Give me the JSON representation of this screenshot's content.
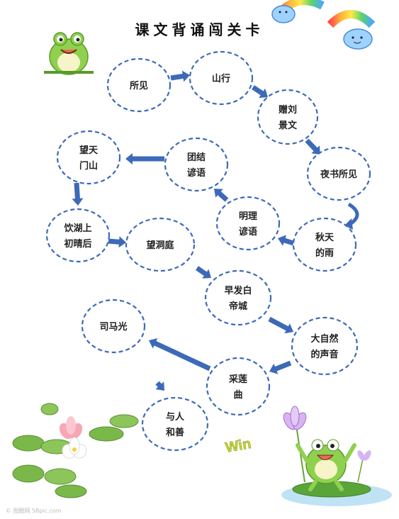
{
  "title": "课文背诵闯关卡",
  "nodes": [
    {
      "id": "suojian",
      "lines": [
        "所见"
      ]
    },
    {
      "id": "shanxing",
      "lines": [
        "山行"
      ]
    },
    {
      "id": "zengliu",
      "lines": [
        "赠刘",
        "景文"
      ]
    },
    {
      "id": "yeshu",
      "lines": [
        "夜书所见"
      ]
    },
    {
      "id": "qiutian",
      "lines": [
        "秋天",
        "的雨"
      ]
    },
    {
      "id": "mingli",
      "lines": [
        "明理",
        "谚语"
      ]
    },
    {
      "id": "tuanjie",
      "lines": [
        "团结",
        "谚语"
      ]
    },
    {
      "id": "wangtianmen",
      "lines": [
        "望天",
        "门山"
      ]
    },
    {
      "id": "yinhu",
      "lines": [
        "饮湖上",
        "初晴后"
      ]
    },
    {
      "id": "wangdongting",
      "lines": [
        "望洞庭"
      ]
    },
    {
      "id": "zaofa",
      "lines": [
        "早发白",
        "帝城"
      ]
    },
    {
      "id": "daziran",
      "lines": [
        "大自然",
        "的声音"
      ]
    },
    {
      "id": "cailian",
      "lines": [
        "采莲",
        "曲"
      ]
    },
    {
      "id": "simaguang",
      "lines": [
        "司马光"
      ]
    },
    {
      "id": "yuren",
      "lines": [
        "与人",
        "和善"
      ]
    }
  ],
  "win_text": "Win",
  "watermark": "© 图酷网 58pic.com",
  "colors": {
    "arrow": "#3d6ab8",
    "circle": "#3d6ab8",
    "frog": "#8fd14f",
    "lily": "#7ab84a"
  }
}
